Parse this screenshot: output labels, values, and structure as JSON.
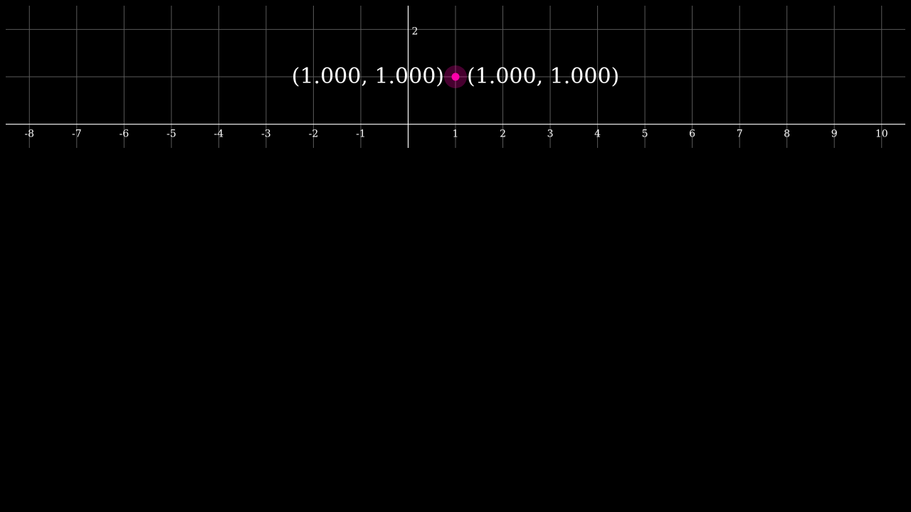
{
  "chart_data": {
    "type": "scatter",
    "title": "",
    "xlabel": "",
    "ylabel": "",
    "xlim": [
      -8.5,
      10.5
    ],
    "ylim": [
      -0.5,
      2.5
    ],
    "grid": true,
    "x_ticks": [
      -8,
      -7,
      -6,
      -5,
      -4,
      -3,
      -2,
      -1,
      1,
      2,
      3,
      4,
      5,
      6,
      7,
      8,
      9,
      10
    ],
    "y_ticks": [
      2
    ],
    "points": [
      {
        "x": 1,
        "y": 1,
        "color": "#ff00aa",
        "label_left": "(1.000, 1.000)",
        "label_right": "(1.000, 1.000)"
      }
    ]
  },
  "colors": {
    "background": "#000000",
    "grid": "#5a5a5a",
    "axis": "#ffffff",
    "point": "#ff00aa"
  }
}
